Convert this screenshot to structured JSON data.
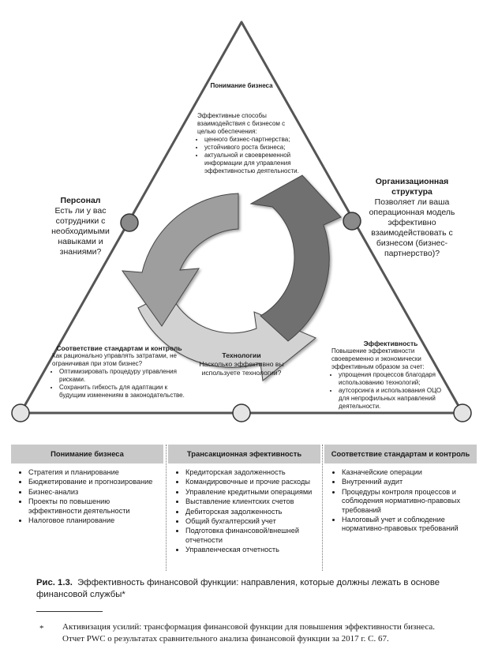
{
  "top_node": {
    "title": "Понимание бизнеса",
    "intro": "Эффективные способы взаимодействия с бизнесом с целью обеспечения:",
    "items": [
      "ценного бизнес-партнерства;",
      "устойчивого роста бизнеса;",
      "актуальной и своевременной информации для управления эффективностью деятельности."
    ]
  },
  "left_node": {
    "title": "Персонал",
    "question": "Есть ли у вас сотрудники с необходимыми навыками и знаниями?"
  },
  "right_node": {
    "title": "Организационная структура",
    "question": "Позволяет ли ваша операционная модель эффективно взаимодействовать с бизнесом (бизнес-партнерство)?"
  },
  "bottom_left_node": {
    "title": "Соответствие стандартам и контроль",
    "intro": "Как рационально управлять затратами, не ограничивая при этом бизнес?",
    "items": [
      "Оптимизировать процедуру управления рисками.",
      "Сохранить гибкость для адаптации к будущим изменениям в законодательстве."
    ]
  },
  "bottom_right_node": {
    "title": "Эффективность",
    "intro": "Повышение эффективности своевременно и экономически эффективным образом за счет:",
    "items": [
      "упрощения процессов благодаря использованию технологий;",
      "аутсорсинга и использования ОЦО для непрофильных направлений деятельности."
    ]
  },
  "center_node": {
    "title": "Технологии",
    "question": "Насколько эффективно вы используете технологии?"
  },
  "columns": [
    {
      "header": "Понимание бизнеса",
      "items": [
        "Стратегия и планирование",
        "Бюджетирование и прогнозирование",
        "Бизнес-анализ",
        "Проекты по повышению эффективности деятельности",
        "Налоговое планирование"
      ]
    },
    {
      "header": "Трансакционная эфективность",
      "items": [
        "Кредиторская задолженность",
        "Командировочные и прочие расходы",
        "Управление кредитными операциями",
        "Выставление клиентских счетов",
        "Дебиторская задолженность",
        "Общий бухгалтерский учет",
        "Подготовка финансовой/внешней отчетности",
        "Управленческая отчетность"
      ]
    },
    {
      "header": "Соответствие стандартам и контроль",
      "items": [
        "Казначейские операции",
        "Внутренний аудит",
        "Процедуры контроля процессов и соблюдения нормативно-правовых требований",
        "Налоговый учет и соблюдение нормативно-правовых требований"
      ]
    }
  ],
  "caption": {
    "label": "Рис. 1.3.",
    "text": "Эффективность финансовой функции: направления, которые должны лежать в основе финансовой службы*"
  },
  "footnote": {
    "mark": "*",
    "text": "Активизация усилий: трансформация финансовой функции для повышения эффективности бизнеса. Отчет PWC о результатах сравнительного анализа финансовой функции за 2017 г. С. 67."
  },
  "colors": {
    "triangle": "#555555",
    "node": "#8a8a8a",
    "arrow_dark": "#6d6d6d",
    "arrow_mid": "#9a9a9a",
    "arrow_light": "#cfcfcf",
    "header_bg": "#c9c9c9"
  }
}
